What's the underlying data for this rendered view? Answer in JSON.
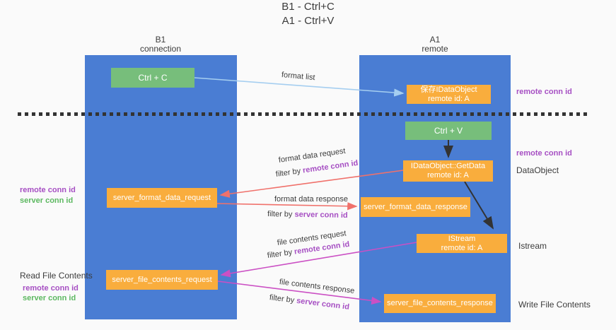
{
  "title": {
    "line1": "B1 - Ctrl+C",
    "line2": "A1 - Ctrl+V"
  },
  "lanes": {
    "left": {
      "name": "B1",
      "role": "connection"
    },
    "right": {
      "name": "A1",
      "role": "remote"
    }
  },
  "nodes": {
    "ctrl_c": {
      "label": "Ctrl + C"
    },
    "ctrl_v": {
      "label": "Ctrl + V"
    },
    "save_idataobject": {
      "line1": "保存IDataObject",
      "line2": "remote id: A"
    },
    "getdata": {
      "line1": "IDataObject::GetData",
      "line2": "remote id: A"
    },
    "istream": {
      "line1": "IStream",
      "line2": "remote id: A"
    },
    "server_format_data_request": {
      "label": "server_format_data_request"
    },
    "server_format_data_response": {
      "label": "server_format_data_response"
    },
    "server_file_contents_request": {
      "label": "server_file_contents_request"
    },
    "server_file_contents_response": {
      "label": "server_file_contents_response"
    }
  },
  "side_labels": {
    "right_remote_conn_id_top": "remote conn id",
    "right_remote_conn_id_mid": "remote conn id",
    "right_dataobject": "DataObject",
    "right_istream": "Istream",
    "right_write_file_contents": "Write File Contents",
    "left_remote_conn_id_1": "remote conn id",
    "left_server_conn_id_1": "server conn id",
    "left_read_file_contents": "Read File Contents",
    "left_remote_conn_id_2": "remote conn id",
    "left_server_conn_id_2": "server conn id"
  },
  "arrows": {
    "format_list": {
      "label": "format list"
    },
    "format_data_request": {
      "label": "format data request",
      "filter_prefix": "filter by ",
      "filter_key": "remote conn id"
    },
    "format_data_response": {
      "label": "format data response",
      "filter_prefix": "filter by ",
      "filter_key": "server conn id"
    },
    "file_contents_request": {
      "label": "file contents request",
      "filter_prefix": "filter by ",
      "filter_key": "remote conn id"
    },
    "file_contents_response": {
      "label": "file contents response",
      "filter_prefix": "filter by ",
      "filter_key": "server conn id"
    }
  },
  "colors": {
    "lane_blue": "#4A7DD3",
    "node_orange": "#F9AD3D",
    "node_green": "#77BE7B",
    "arrow_light_blue": "#A5CEF0",
    "arrow_red": "#F0716B",
    "arrow_magenta": "#CB50C4",
    "arrow_black": "#333333",
    "text_purple": "#A64FC3",
    "text_green": "#5CB860",
    "text_dark": "#3C3C3C",
    "background": "#FAFAFA"
  }
}
